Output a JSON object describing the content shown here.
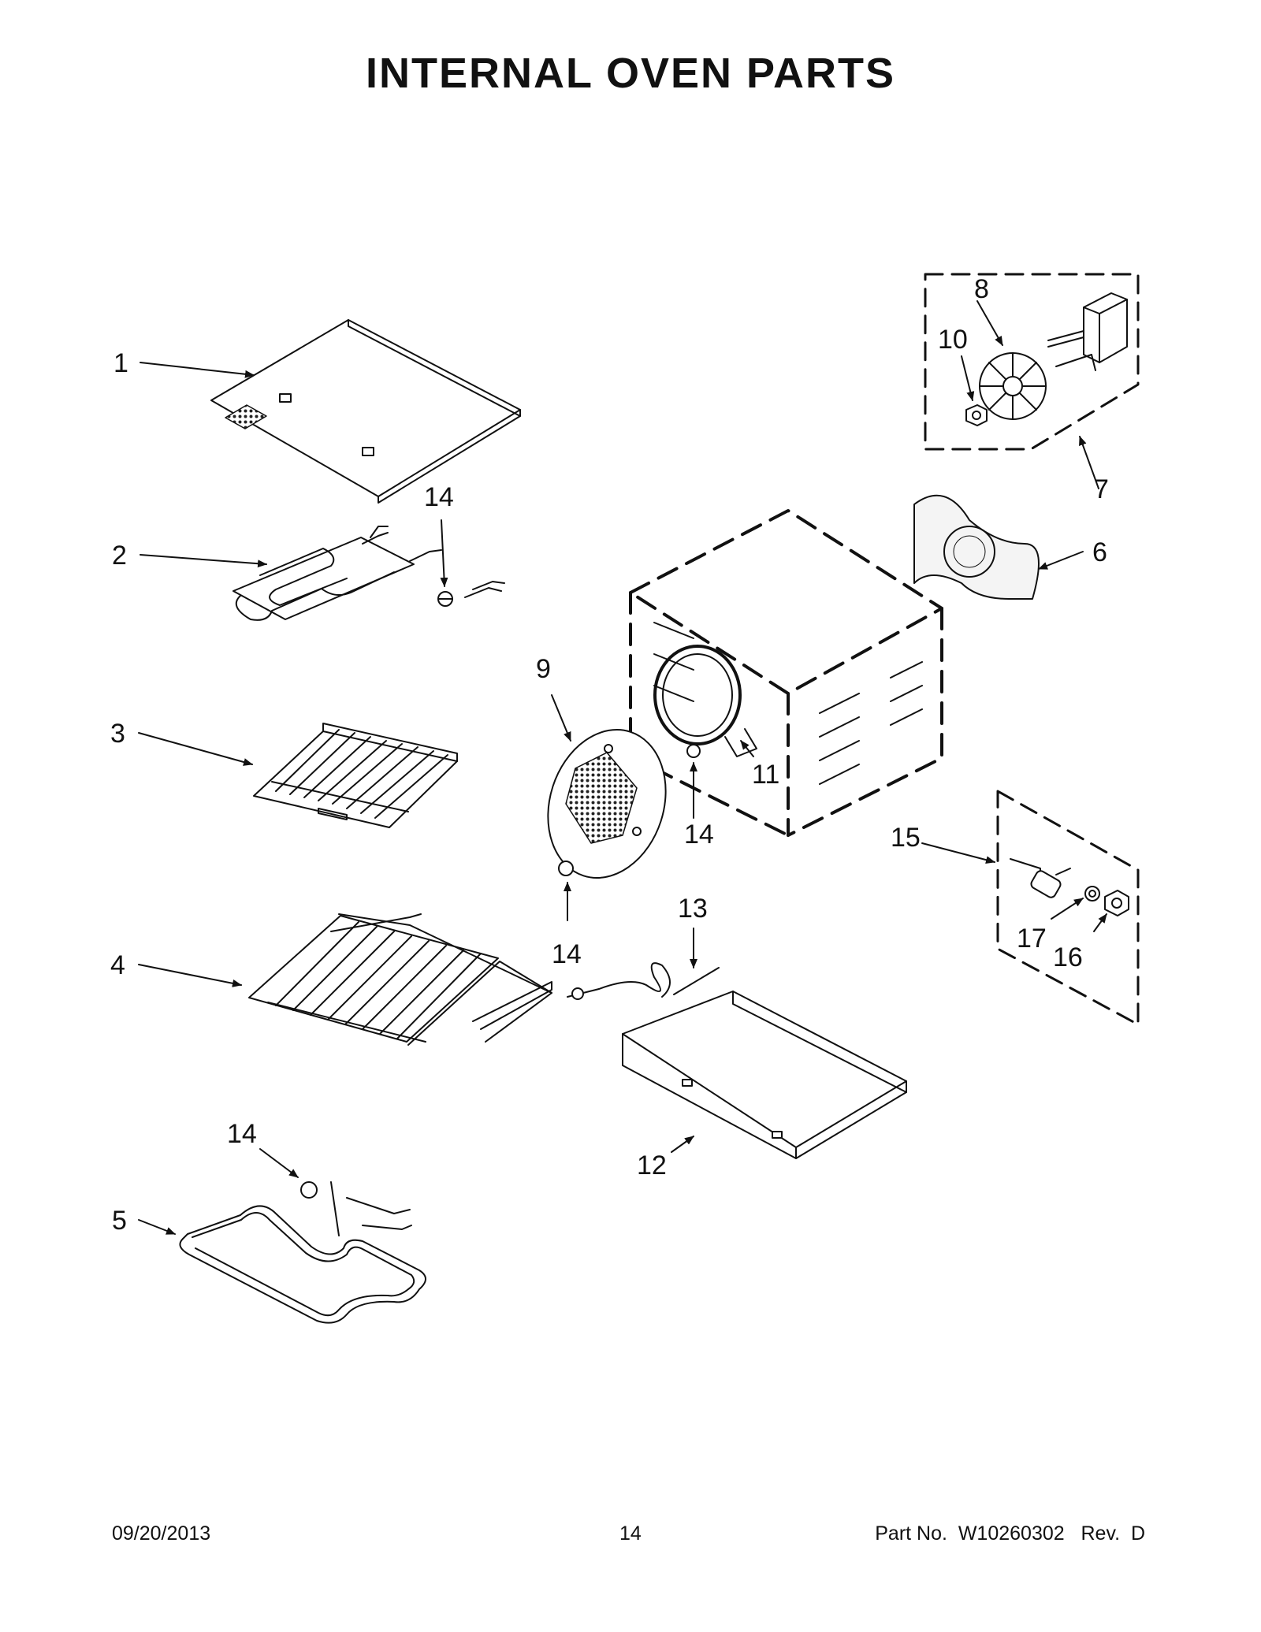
{
  "title": "INTERNAL OVEN PARTS",
  "callouts": {
    "c1": "1",
    "c2": "2",
    "c3": "3",
    "c4": "4",
    "c5": "5",
    "c6": "6",
    "c7": "7",
    "c8": "8",
    "c9": "9",
    "c10": "10",
    "c11": "11",
    "c12": "12",
    "c13": "13",
    "c14a": "14",
    "c14b": "14",
    "c14c": "14",
    "c14d": "14",
    "c15": "15",
    "c16": "16",
    "c17": "17"
  },
  "footer": {
    "date": "09/20/2013",
    "page": "14",
    "part": "Part No.  W10260302   Rev.  D"
  }
}
